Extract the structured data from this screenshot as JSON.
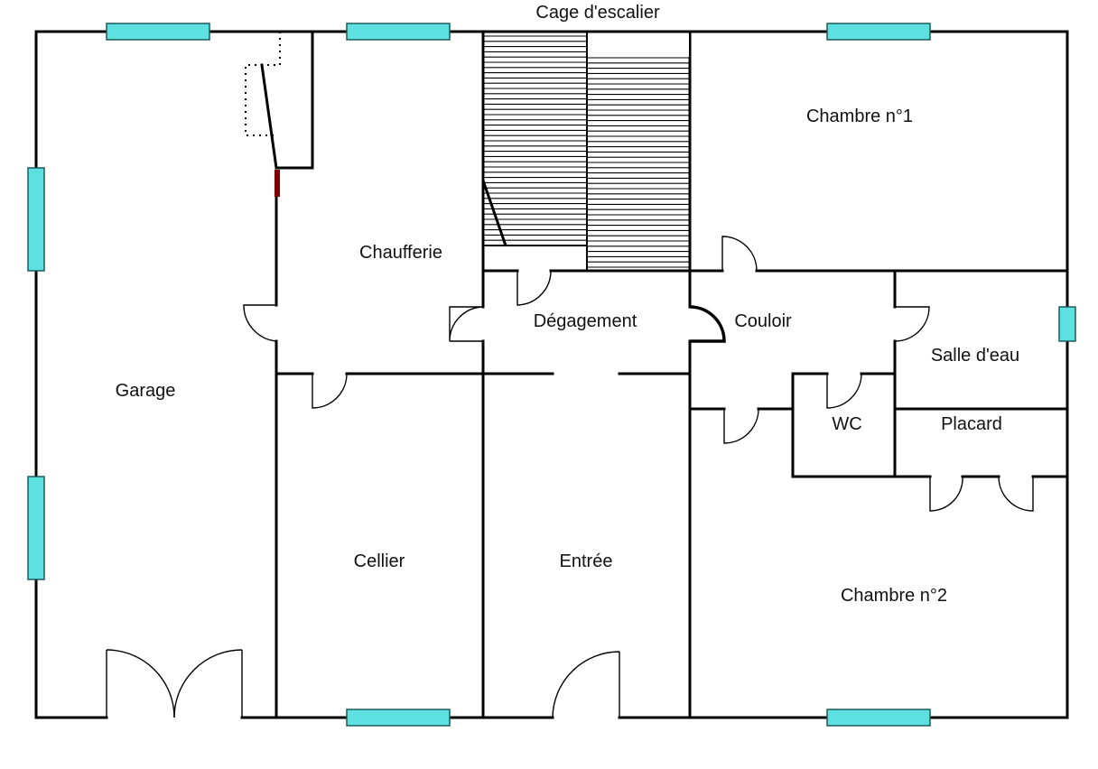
{
  "labels": {
    "cage": "Cage d'escalier",
    "chambre1": "Chambre n°1",
    "chaufferie": "Chaufferie",
    "degagement": "Dégagement",
    "couloir": "Couloir",
    "garage": "Garage",
    "salle_eau": "Salle d'eau",
    "wc": "WC",
    "placard": "Placard",
    "cellier": "Cellier",
    "entree": "Entrée",
    "chambre2": "Chambre n°2"
  },
  "colors": {
    "wall": "#000000",
    "window": "#5fe0e0"
  }
}
